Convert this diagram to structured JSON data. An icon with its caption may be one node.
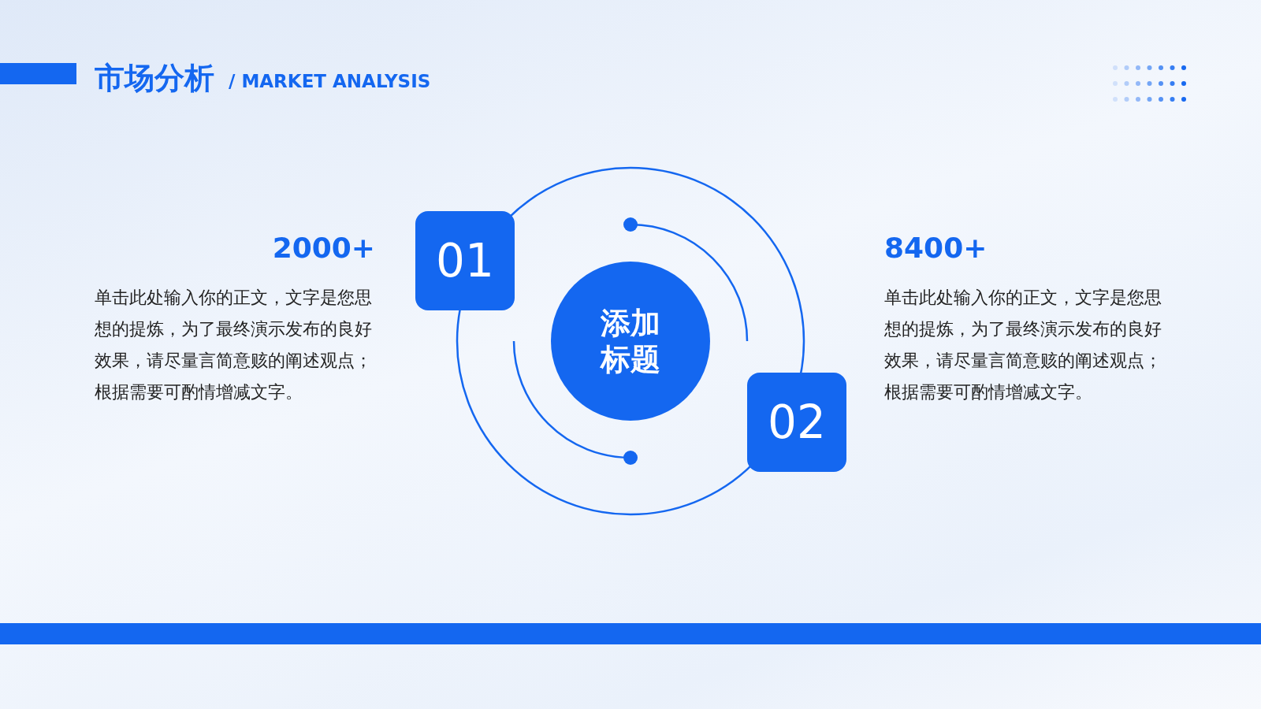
{
  "diagram": {
    "title": "市场分析",
    "nodes": [
      {
        "text": [
          "01"
        ]
      },
      {
        "text": [
          "添加标题"
        ]
      },
      {
        "text": [
          "02"
        ]
      }
    ],
    "labels": [
      "/ MARKET ANALYSIS",
      "2000+",
      "单击此处输入你的正文，文字是您思想的提炼，为了最终演示发布的良好效果，请尽量言简意赅的阐述观点；根据需要可酌情增减文字。",
      "8400+",
      "单击此处输入你的正文，文字是您思想的提炼，为了最终演示发布的良好效果，请尽量言简意赅的阐述观点；根据需要可酌情增减文字。"
    ]
  }
}
